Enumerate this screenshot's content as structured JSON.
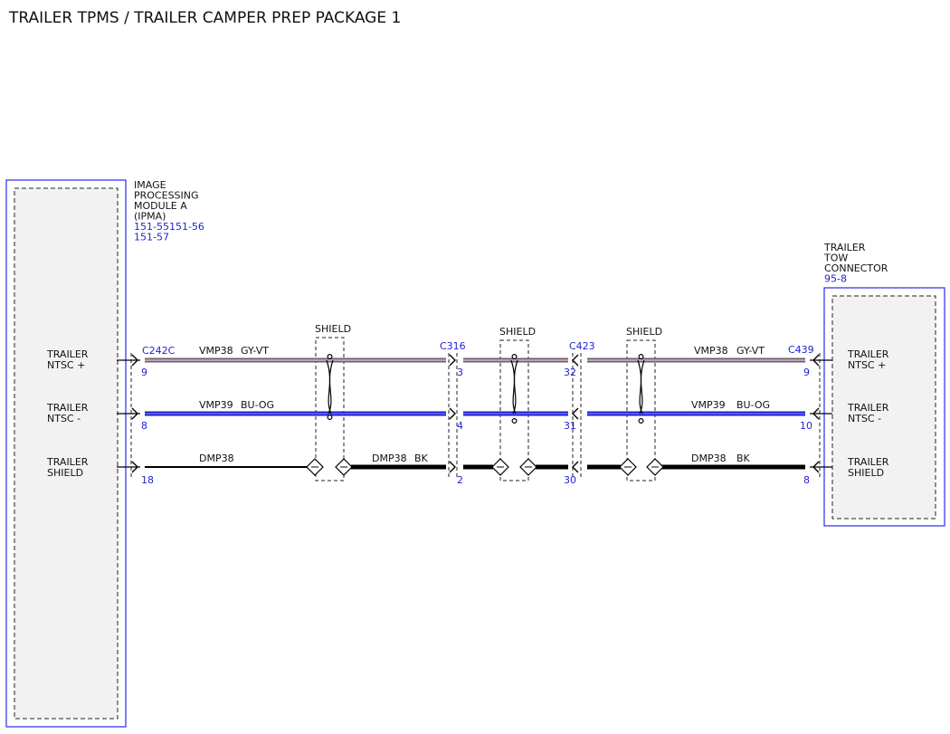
{
  "title": "TRAILER TPMS / TRAILER CAMPER PREP PACKAGE 1",
  "colors": {
    "accent_blue": "#1f1fd6",
    "wire_gy_vt": "#a98da6",
    "wire_bu_og": "#1e1ed0",
    "wire_bk": "#000000"
  },
  "ipma": {
    "name_lines": [
      "IMAGE",
      "PROCESSING",
      "MODULE A",
      "(IPMA)"
    ],
    "refs": [
      "151-55151-56",
      "151-57"
    ],
    "connector": "C242C",
    "pins": [
      {
        "label_lines": [
          "TRAILER",
          "NTSC +"
        ],
        "pin": "9"
      },
      {
        "label_lines": [
          "TRAILER",
          "NTSC -"
        ],
        "pin": "8"
      },
      {
        "label_lines": [
          "TRAILER",
          "SHIELD"
        ],
        "pin": "18"
      }
    ]
  },
  "trailer_tow": {
    "name_lines": [
      "TRAILER",
      "TOW",
      "CONNECTOR"
    ],
    "ref": "95-8",
    "connector": "C439",
    "pins": [
      {
        "label_lines": [
          "TRAILER",
          "NTSC +"
        ],
        "pin": "9"
      },
      {
        "label_lines": [
          "TRAILER",
          "NTSC -"
        ],
        "pin": "10"
      },
      {
        "label_lines": [
          "TRAILER",
          "SHIELD"
        ],
        "pin": "8"
      }
    ]
  },
  "inline_connectors": [
    {
      "name": "C316",
      "pins": [
        "3",
        "4",
        "2"
      ]
    },
    {
      "name": "C423",
      "pins": [
        "32",
        "31",
        "30"
      ]
    }
  ],
  "shield_label": "SHIELD",
  "wires": {
    "left": [
      {
        "circuit": "VMP38",
        "color": "GY-VT"
      },
      {
        "circuit": "VMP39",
        "color": "BU-OG"
      },
      {
        "circuit": "DMP38",
        "color": ""
      }
    ],
    "middle_shield": {
      "circuit": "DMP38",
      "color": "BK"
    },
    "right": [
      {
        "circuit": "VMP38",
        "color": "GY-VT"
      },
      {
        "circuit": "VMP39",
        "color": "BU-OG"
      },
      {
        "circuit": "DMP38",
        "color": "BK"
      }
    ]
  }
}
